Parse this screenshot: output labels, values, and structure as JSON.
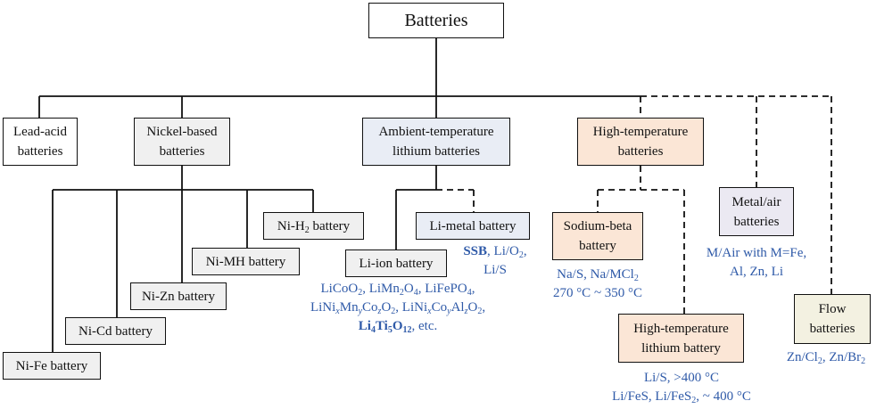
{
  "root": {
    "label": "Batteries"
  },
  "categories": {
    "lead_acid": {
      "line1": "Lead-acid",
      "line2": "batteries"
    },
    "nickel": {
      "line1": "Nickel-based",
      "line2": "batteries"
    },
    "ambient_li": {
      "line1": "Ambient-temperature",
      "line2": "lithium batteries"
    },
    "high_temp": {
      "line1": "High-temperature",
      "line2": "batteries"
    },
    "metal_air": {
      "line1": "Metal/air",
      "line2": "batteries"
    },
    "flow": {
      "line1": "Flow",
      "line2": "batteries"
    }
  },
  "nickel_types": {
    "ni_h2": {
      "prefix": "Ni-H",
      "sub": "2",
      "suffix": " battery"
    },
    "ni_mh": "Ni-MH battery",
    "ni_zn": "Ni-Zn battery",
    "ni_cd": "Ni-Cd battery",
    "ni_fe": "Ni-Fe battery"
  },
  "lithium_types": {
    "li_metal": "Li-metal battery",
    "li_ion": "Li-ion battery"
  },
  "high_temp_types": {
    "sodium_beta": {
      "line1": "Sodium-beta",
      "line2": "battery"
    },
    "ht_lithium": {
      "line1": "High-temperature",
      "line2": "lithium battery"
    }
  },
  "notes": {
    "li_metal": {
      "ssb": "SSB",
      "rest1": ", Li/O",
      "sub1": "2",
      "rest2": ",",
      "line2": "Li/S"
    },
    "li_ion": {
      "l1": {
        "a": "LiCoO",
        "a_sub": "2",
        "b": ", LiMn",
        "b_sub": "2",
        "c": "O",
        "c_sub": "4",
        "d": ", LiFePO",
        "d_sub": "4",
        "e": ","
      },
      "l2": {
        "a": "LiNi",
        "s1": "x",
        "b": "Mn",
        "s2": "y",
        "c": "Co",
        "s3": "z",
        "d": "O",
        "s4": "2",
        "e": ", LiNi",
        "s5": "x",
        "f": "Co",
        "s6": "y",
        "g": "Al",
        "s7": "z",
        "h": "O",
        "s8": "2",
        "i": ","
      },
      "l3": {
        "li": "Li",
        "li_sub": "4",
        "ti": "Ti",
        "ti_sub": "5",
        "o": "O",
        "o_sub": "12",
        "rest": ", etc."
      }
    },
    "sodium_beta": {
      "l1a": "Na/S, Na/MCl",
      "l1_sub": "2",
      "l2": "270 °C ~ 350 °C"
    },
    "ht_lithium": {
      "l1": "Li/S, >400 °C",
      "l2a": "Li/FeS, Li/FeS",
      "l2_sub": "2",
      "l2b": ", ~ 400 °C"
    },
    "metal_air": {
      "l1": "M/Air with M=Fe,",
      "l2": "Al, Zn, Li"
    },
    "flow": {
      "a": "Zn/Cl",
      "a_sub": "2",
      "b": ", Zn/Br",
      "b_sub": "2"
    }
  },
  "colors": {
    "note_blue": "#2f5aa8",
    "line": "#111111"
  }
}
